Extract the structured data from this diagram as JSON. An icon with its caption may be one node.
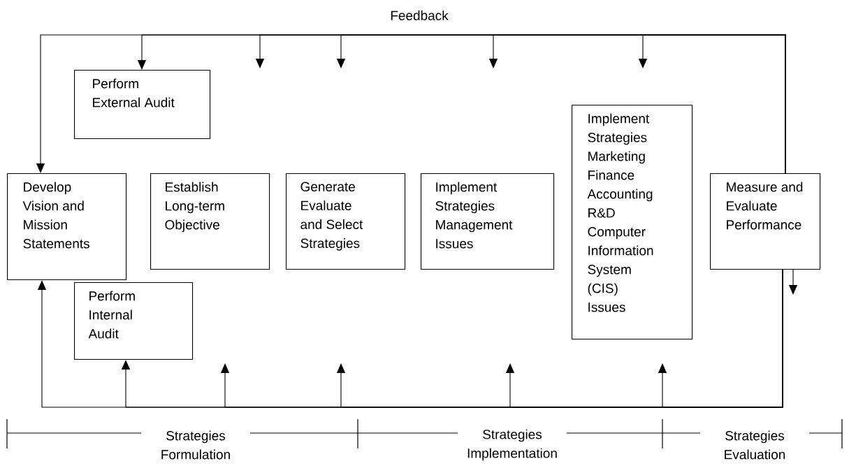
{
  "diagram": {
    "nodes": [
      {
        "text": [
          "Develop Vision and Mission Statements"
        ]
      },
      {
        "text": [
          "Perform External Audit"
        ]
      },
      {
        "text": [
          "Establish Long-term Objective"
        ]
      },
      {
        "text": [
          "Generate Evaluate and Select Strategies"
        ]
      },
      {
        "text": [
          "Implement Strategies Management Issues"
        ]
      },
      {
        "text": [
          "Implement Strategies Marketing Finance Accounting R&D Computer Information System (CIS) Issues"
        ]
      },
      {
        "text": [
          "Measure and Evaluate Performance"
        ]
      },
      {
        "text": [
          "Perform Internal Audit"
        ]
      }
    ],
    "edges": [
      {
        "from": 6,
        "to": 0,
        "arrow": "to",
        "label": "Feedback"
      },
      {
        "from": 6,
        "to": 1,
        "arrow": "to"
      },
      {
        "from": 6,
        "to": null,
        "arrow": "to"
      },
      {
        "from": 6,
        "to": null,
        "arrow": "to"
      },
      {
        "from": 6,
        "to": null,
        "arrow": "to"
      },
      {
        "from": 6,
        "to": null,
        "arrow": "to"
      },
      {
        "from": 6,
        "to": 0,
        "arrow": "to"
      },
      {
        "from": 6,
        "to": 7,
        "arrow": "to"
      },
      {
        "from": 6,
        "to": null,
        "arrow": "to"
      },
      {
        "from": 6,
        "to": null,
        "arrow": "to"
      },
      {
        "from": 6,
        "to": null,
        "arrow": "to"
      },
      {
        "from": 6,
        "to": null,
        "arrow": "to"
      },
      {
        "from": 6,
        "to": null,
        "arrow": "to"
      }
    ],
    "labels": [
      "Strategies Formulation",
      "Strategies Implementation",
      "Strategies Evaluation"
    ]
  }
}
